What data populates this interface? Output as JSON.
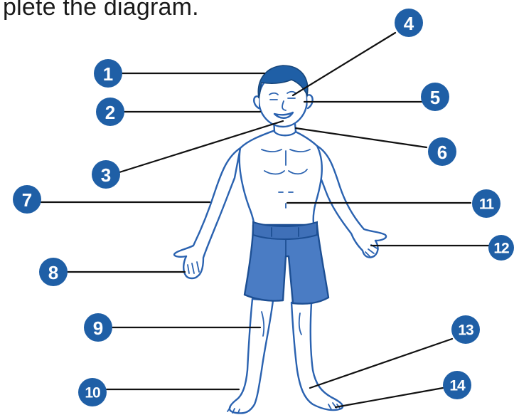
{
  "header": {
    "text": "plete the diagram."
  },
  "colors": {
    "badge": "#1f5fa6",
    "figure_outline": "#2a62b0",
    "shorts": "#4a7cc4",
    "leader_line": "#111111"
  },
  "labels": [
    "1",
    "2",
    "3",
    "4",
    "5",
    "6",
    "7",
    "8",
    "9",
    "10",
    "11",
    "12",
    "13",
    "14"
  ]
}
